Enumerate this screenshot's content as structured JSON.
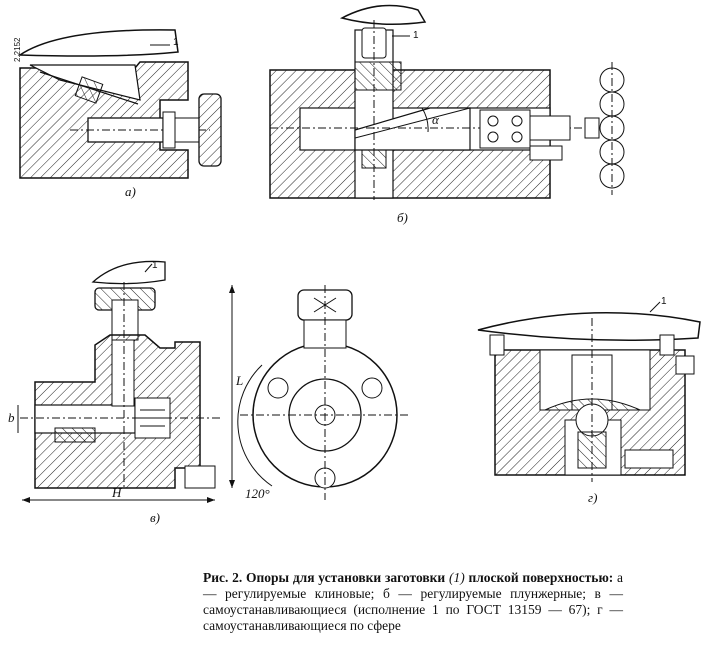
{
  "doc_code": "2.2152",
  "views": {
    "a": {
      "label": "а)",
      "part": "1"
    },
    "b": {
      "label": "б)",
      "part": "1",
      "angle": "α"
    },
    "v": {
      "label": "в)",
      "part": "1",
      "dim_h": "H",
      "dim_l": "L",
      "dim_b": "b",
      "angle": "120°"
    },
    "g": {
      "label": "г)",
      "part": "1"
    }
  },
  "caption": {
    "head": "Рис. 2. Опоры для установки заготовки",
    "part_ref": "(1)",
    "head_tail": "плоской поверхностью:",
    "body": "а — регулируемые клиновые; б — регулируемые плунжерные; в — самоустанавливающиеся (исполнение 1 по ГОСТ 13159 — 67); г — самоустанавливающиеся по сфере"
  }
}
